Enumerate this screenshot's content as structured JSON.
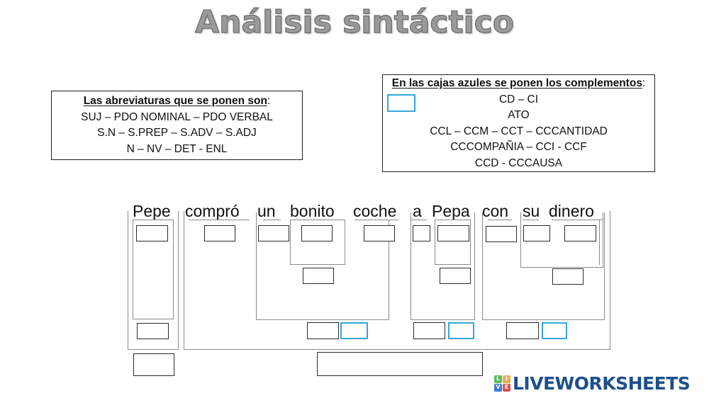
{
  "title": "Análisis sintáctico",
  "abbreviations_box": {
    "heading": "Las abreviaturas que se ponen son",
    "heading_suffix": ":",
    "lines": [
      "SUJ – PDO NOMINAL – PDO VERBAL",
      "S.N – S.PREP – S.ADV – S.ADJ",
      "N – NV – DET - ENL"
    ]
  },
  "complements_box": {
    "heading": "En las cajas azules se ponen los complementos",
    "heading_suffix": ":",
    "lines": [
      "CD – CI",
      "ATO",
      "CCL – CCM – CCT – CCCANTIDAD",
      "CCCOMPAÑIA – CCI - CCF",
      "CCD - CCCAUSA"
    ],
    "sample_box_color": "#35a7d8"
  },
  "sentence": {
    "words": [
      "Pepe",
      "compró",
      "un",
      "bonito",
      "coche",
      "a",
      "Pepa",
      "con",
      "su",
      "dinero"
    ]
  },
  "answer_boxes": {
    "word_level": [
      "",
      "",
      "",
      "",
      "",
      "",
      "",
      "",
      "",
      ""
    ],
    "phrase_level": {
      "bonito": "",
      "pepa": "",
      "su_dinero": ""
    },
    "group_level": {
      "subject_sn": "",
      "sn_coche": "",
      "sn_coche_function": "",
      "sprep_a_pepa": "",
      "sprep_a_pepa_function": "",
      "sprep_con": "",
      "sprep_con_function": ""
    },
    "sentence_level": {
      "subject": "",
      "predicate": ""
    }
  },
  "colors": {
    "answer_border": "#2b2b2b",
    "complement_border": "#35a7d8",
    "bracket": "#8a8a8a"
  },
  "logo": {
    "tiles": [
      "L",
      "I",
      "V",
      "E"
    ],
    "tile_colors": [
      "#5cb85c",
      "#f0ad4e",
      "#3a7bd5",
      "#d9534f"
    ],
    "text": "LIVEWORKSHEETS"
  }
}
